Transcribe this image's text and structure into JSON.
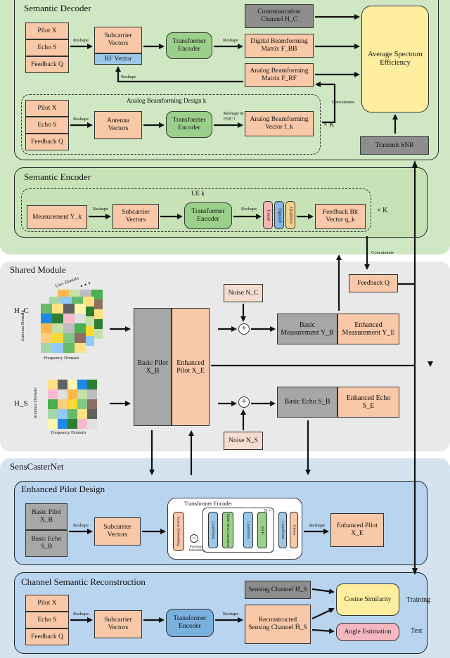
{
  "sections": {
    "semantic_decoder": "Semantic Decoder",
    "semantic_encoder": "Semantic Encoder",
    "shared_module": "Shared Module",
    "sensecaster": "SensCasterNet",
    "enhanced_pilot_design": "Enhanced Pilot Design",
    "channel_semantic_reconstruction": "Channel Semantic Reconstruction"
  },
  "decoder": {
    "pilot": "Pilot X",
    "echo": "Echo S",
    "feedback": "Feedback Q",
    "reshape": "Reshape",
    "subcarrier_vectors": "Subcarrier Vectors",
    "rf_vector": "RF Vector",
    "transformer_encoder": "Transformer Encoder",
    "comm_channel": "Communication Channel H_C",
    "digital_bf": "Digital Beamforming Matrix F_BB",
    "analog_bf": "Analog Beamforming Matrix F_RF",
    "avg_se": "Average Spectrum Efficiency",
    "transmit_snr": "Transmit SNR",
    "concatenate": "Concatenate",
    "reshape_exp": "Reshape & exp(·)",
    "analog_design_title": "Analog Beamforming Design k",
    "pilot2": "Pilot X",
    "echo2": "Echo S",
    "feedback2": "Feedback Q",
    "antenna_vectors": "Antenna Vectors",
    "transformer_encoder2": "Transformer Encoder",
    "analog_bf_vector": "Analog Beamforming Vector f_k",
    "times_k": "× K"
  },
  "encoder": {
    "ue_title": "UE k",
    "measurement": "Measurement Y_k",
    "reshape": "Reshape",
    "subcarrier_vectors": "Subcarrier Vectors",
    "transformer_encoder": "Transformer Encoder",
    "linear": "Linear",
    "sigmoid": "Sigmoid",
    "quantizer": "Quantizer",
    "feedback_bit_vector": "Feedback Bit Vector q_k",
    "times_k": "× K",
    "concatenate": "Concatenate"
  },
  "shared": {
    "user_domain": "User Domain",
    "antenna_domain": "Antenna Domain",
    "frequency_domain": "Frequency Domain",
    "hc": "H_C",
    "hs": "H_S",
    "basic_pilot": "Basic Pilot X_B",
    "enhanced_pilot": "Enhanced Pilot X_E",
    "noise_c": "Noise N_C",
    "noise_s": "Noise N_S",
    "basic_measurement": "Basic Measurement Y_B",
    "enhanced_measurement": "Enhanced Measurement Y_E",
    "basic_echo": "Basic Echo S_B",
    "enhanced_echo": "Enhanced Echo S_E",
    "feedback_q": "Feedback Q",
    "plus": "+"
  },
  "pilot_design": {
    "basic_pilot": "Basic Pilot X_B",
    "basic_echo": "Basic Echo S_B",
    "reshape": "Reshape",
    "subcarrier_vectors": "Subcarrier Vectors",
    "transformer_encoder": "Transformer Encoder",
    "linear_embedding": "Linear Embedding",
    "positional_embedding": "Positional Embedding",
    "layernorm": "LayerNorm",
    "mha": "Multi-Head Attention",
    "mlp": "MLP",
    "linear": "Linear",
    "n_times": "N ×",
    "enhanced_pilot": "Enhanced Pilot X_E"
  },
  "reconstruction": {
    "pilot": "Pilot X",
    "echo": "Echo S",
    "feedback": "Feedback Q",
    "reshape": "Reshape",
    "subcarrier_vectors": "Subcarrier Vectors",
    "transformer_encoder": "Transformer Encoder",
    "sensing_channel": "Sensing Channel H_S",
    "reconstructed": "Reconstructed Sensing Channel Ĥ_S",
    "cosine": "Cosine Similarity",
    "angle": "Angle Estimation",
    "training": "Training",
    "test": "Test"
  },
  "colors": {
    "decoder_bg": "#cfe7c3",
    "shared_bg": "#e9e9e9",
    "sensecaster_bg": "#d5e3f1",
    "peach": "#f8c8a8",
    "gray": "#a7a7a7",
    "green": "#9bd08a",
    "blue": "#9cc7e9",
    "yellow": "#ffeea0",
    "pink": "#f6b8c0"
  }
}
